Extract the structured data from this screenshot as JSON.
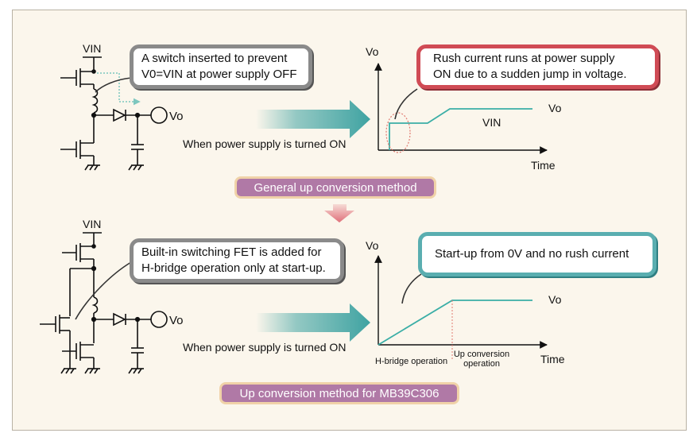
{
  "top": {
    "callout_left": [
      "A switch inserted to prevent",
      "V0=VIN at power supply OFF"
    ],
    "callout_right": [
      "Rush current runs at power supply",
      "ON due to a sudden jump in voltage."
    ],
    "vin_label": "VIN",
    "vo_label": "Vo",
    "caption": "When power supply is turned ON",
    "graph_y": "Vo",
    "graph_x": "Time",
    "curve_vo": "Vo",
    "curve_vin": "VIN",
    "method": "General up conversion method"
  },
  "bottom": {
    "callout_left": [
      "Built-in switching FET is added for",
      "H-bridge operation only at start-up."
    ],
    "callout_right": [
      "Start-up from 0V and no rush current"
    ],
    "vin_label": "VIN",
    "vo_label": "Vo",
    "caption": "When power supply is turned ON",
    "graph_y": "Vo",
    "graph_x": "Time",
    "curve_vo": "Vo",
    "phase1": "H-bridge operation",
    "phase2": [
      "Up conversion",
      "operation"
    ],
    "method": "Up conversion method for MB39C306"
  },
  "colors": {
    "arrow_teal": "#3fa3a2",
    "arrow_red": "#e0707a",
    "curve": "#3aaea6",
    "highlight": "#e07a70",
    "method_bg": "#b079a6"
  }
}
